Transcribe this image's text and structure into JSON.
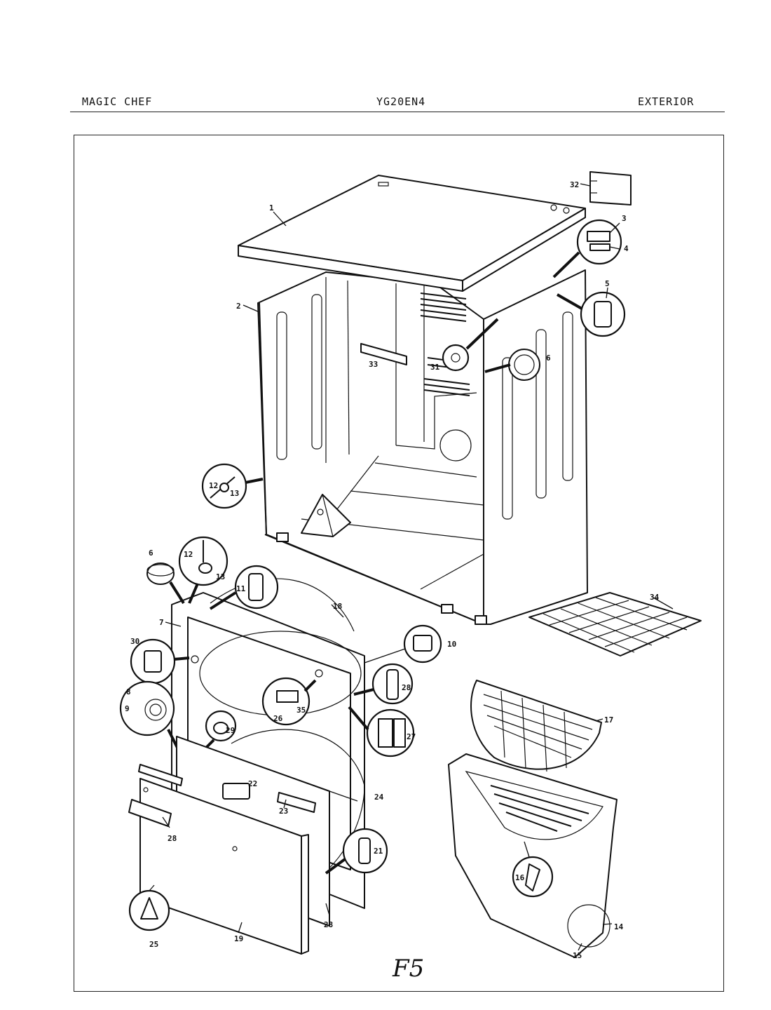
{
  "header": {
    "brand": "MAGIC CHEF",
    "model": "YG20EN4",
    "section": "EXTERIOR"
  },
  "figure_note": "F5",
  "part_numbers": {
    "p1": "1",
    "p2": "2",
    "p3": "3",
    "p4": "4",
    "p5": "5",
    "p6": "6",
    "p6b": "6",
    "p7": "7",
    "p8": "8",
    "p9": "9",
    "p10": "10",
    "p11": "11",
    "p12": "12",
    "p12b": "12",
    "p13": "13",
    "p13b": "13",
    "p14": "14",
    "p15": "15",
    "p16": "16",
    "p17": "17",
    "p18": "18",
    "p19": "19",
    "p21": "21",
    "p22": "22",
    "p23": "23",
    "p24": "24",
    "p25": "25",
    "p26": "26",
    "p27": "27",
    "p28": "28",
    "p28b": "28",
    "p28c": "28",
    "p29": "29",
    "p30": "30",
    "p31": "31",
    "p32": "32",
    "p33": "33",
    "p34": "34",
    "p35": "35"
  }
}
